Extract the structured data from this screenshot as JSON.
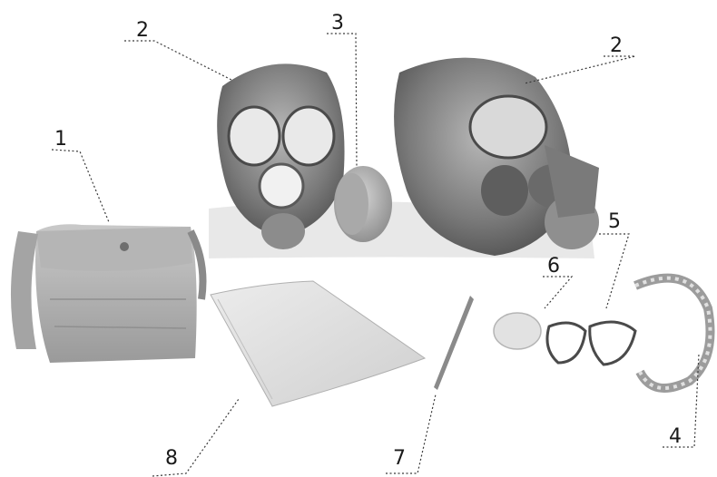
{
  "callouts": [
    {
      "id": "1",
      "label": "1"
    },
    {
      "id": "2a",
      "label": "2"
    },
    {
      "id": "2b",
      "label": "2"
    },
    {
      "id": "3",
      "label": "3"
    },
    {
      "id": "4",
      "label": "4"
    },
    {
      "id": "5",
      "label": "5"
    },
    {
      "id": "6",
      "label": "6"
    },
    {
      "id": "7",
      "label": "7"
    },
    {
      "id": "8",
      "label": "8"
    }
  ],
  "colors": {
    "ink": "#1a1a1a",
    "gray_dark": "#6e6e6e",
    "gray_mid": "#9a9a9a",
    "gray_light": "#cfcfcf",
    "paper": "#ffffff"
  }
}
